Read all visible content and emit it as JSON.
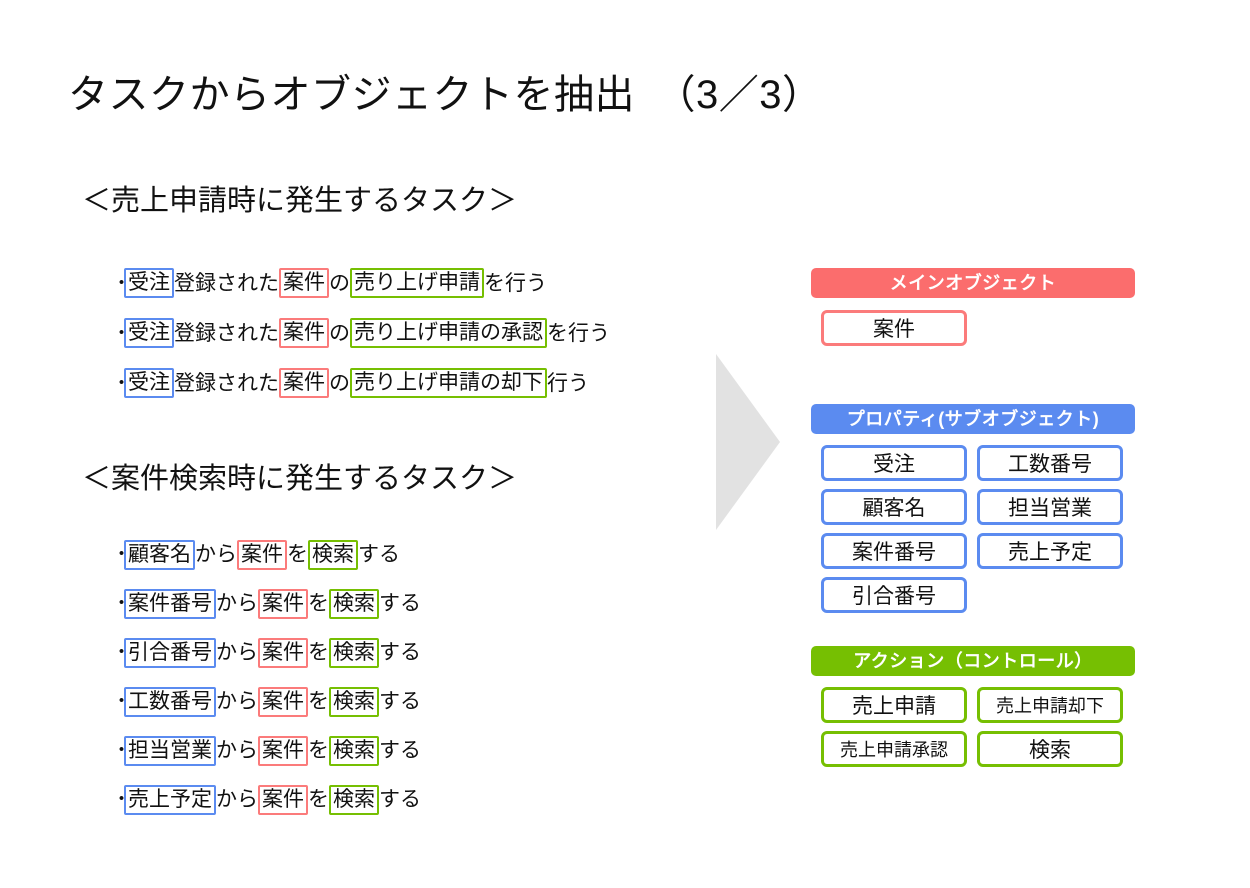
{
  "slide": {
    "title": "タスクからオブジェクトを抽出　（3／3）",
    "page_indicator": "（3／3）"
  },
  "sections": [
    {
      "id": "sales",
      "heading": "＜売上申請時に発生するタスク＞",
      "bullet": "・",
      "tasks": [
        {
          "segments": [
            {
              "text": "受注",
              "style": "blue"
            },
            {
              "text": "登録された",
              "style": "plain"
            },
            {
              "text": "案件",
              "style": "red"
            },
            {
              "text": "の",
              "style": "plain"
            },
            {
              "text": "売り上げ申請",
              "style": "green"
            },
            {
              "text": "を行う",
              "style": "plain"
            }
          ]
        },
        {
          "segments": [
            {
              "text": "受注",
              "style": "blue"
            },
            {
              "text": "登録された",
              "style": "plain"
            },
            {
              "text": "案件",
              "style": "red"
            },
            {
              "text": "の",
              "style": "plain"
            },
            {
              "text": "売り上げ申請の承認",
              "style": "green"
            },
            {
              "text": "を行う",
              "style": "plain"
            }
          ]
        },
        {
          "segments": [
            {
              "text": "受注",
              "style": "blue"
            },
            {
              "text": "登録された",
              "style": "plain"
            },
            {
              "text": "案件",
              "style": "red"
            },
            {
              "text": "の",
              "style": "plain"
            },
            {
              "text": "売り上げ申請の却下",
              "style": "green"
            },
            {
              "text": "行う",
              "style": "plain"
            }
          ]
        }
      ]
    },
    {
      "id": "search",
      "heading": "＜案件検索時に発生するタスク＞",
      "bullet": "・",
      "tasks": [
        {
          "segments": [
            {
              "text": "顧客名",
              "style": "blue"
            },
            {
              "text": "から",
              "style": "plain"
            },
            {
              "text": "案件",
              "style": "red"
            },
            {
              "text": "を",
              "style": "plain"
            },
            {
              "text": "検索",
              "style": "green"
            },
            {
              "text": "する",
              "style": "plain"
            }
          ]
        },
        {
          "segments": [
            {
              "text": "案件番号",
              "style": "blue"
            },
            {
              "text": "から",
              "style": "plain"
            },
            {
              "text": "案件",
              "style": "red"
            },
            {
              "text": "を",
              "style": "plain"
            },
            {
              "text": "検索",
              "style": "green"
            },
            {
              "text": "する",
              "style": "plain"
            }
          ]
        },
        {
          "segments": [
            {
              "text": "引合番号",
              "style": "blue"
            },
            {
              "text": "から",
              "style": "plain"
            },
            {
              "text": "案件",
              "style": "red"
            },
            {
              "text": "を",
              "style": "plain"
            },
            {
              "text": "検索",
              "style": "green"
            },
            {
              "text": "する",
              "style": "plain"
            }
          ]
        },
        {
          "segments": [
            {
              "text": "工数番号",
              "style": "blue"
            },
            {
              "text": "から",
              "style": "plain"
            },
            {
              "text": "案件",
              "style": "red"
            },
            {
              "text": "を",
              "style": "plain"
            },
            {
              "text": "検索",
              "style": "green"
            },
            {
              "text": "する",
              "style": "plain"
            }
          ]
        },
        {
          "segments": [
            {
              "text": "担当営業",
              "style": "blue"
            },
            {
              "text": "から",
              "style": "plain"
            },
            {
              "text": "案件",
              "style": "red"
            },
            {
              "text": "を",
              "style": "plain"
            },
            {
              "text": "検索",
              "style": "green"
            },
            {
              "text": "する",
              "style": "plain"
            }
          ]
        },
        {
          "segments": [
            {
              "text": "売上予定",
              "style": "blue"
            },
            {
              "text": "から",
              "style": "plain"
            },
            {
              "text": "案件",
              "style": "red"
            },
            {
              "text": "を",
              "style": "plain"
            },
            {
              "text": "検索",
              "style": "green"
            },
            {
              "text": "する",
              "style": "plain"
            }
          ]
        }
      ]
    }
  ],
  "arrow": {
    "name": "right-arrow",
    "color": "#e2e2e2"
  },
  "panel": {
    "groups": [
      {
        "id": "main-object",
        "header": "メインオブジェクト",
        "color": "#fb6d6d",
        "chips": [
          {
            "label": "案件"
          }
        ]
      },
      {
        "id": "properties",
        "header": "プロパティ(サブオブジェクト)",
        "color": "#5b8bf0",
        "chips": [
          {
            "label": "受注"
          },
          {
            "label": "工数番号"
          },
          {
            "label": "顧客名"
          },
          {
            "label": "担当営業"
          },
          {
            "label": "案件番号"
          },
          {
            "label": "売上予定"
          },
          {
            "label": "引合番号"
          }
        ]
      },
      {
        "id": "actions",
        "header": "アクション（コントロール）",
        "color": "#76bf02",
        "chips": [
          {
            "label": "売上申請"
          },
          {
            "label": "売上申請却下",
            "small": true
          },
          {
            "label": "売上申請承認",
            "small": true
          },
          {
            "label": "検索"
          }
        ]
      }
    ]
  },
  "colors": {
    "main_object": "#fb6d6d",
    "property": "#5b8bf0",
    "action": "#76bf02",
    "arrow": "#e2e2e2",
    "text": "#111111",
    "background": "#ffffff"
  }
}
